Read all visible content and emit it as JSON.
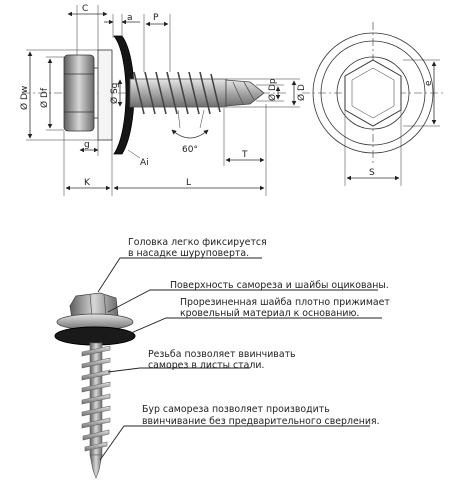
{
  "technical_drawing": {
    "dimensions": {
      "c": "C",
      "a": "a",
      "p": "P",
      "dw": "Ø Dw",
      "df": "Ø Df",
      "sg": "Ø Sg",
      "d": "Ø D",
      "dp": "Ø Dp",
      "g": "g",
      "k": "K",
      "l": "L",
      "t": "T",
      "s": "S",
      "e": "e",
      "angle": "60°",
      "ai": "Ai"
    }
  },
  "annotations": [
    {
      "line1": "Головка легко фиксируется",
      "line2": "в насадке шуруповерта."
    },
    {
      "line1": "Поверхность самореза и шайбы оцикованы.",
      "line2": ""
    },
    {
      "line1": "Прорезиненная шайба плотно прижимает",
      "line2": "кровельный материал к основанию."
    },
    {
      "line1": "Резьба позволяет ввинчивать",
      "line2": "саморез в листы стали."
    },
    {
      "line1": "Бур самореза позволяет производить",
      "line2": "ввинчивание без предварительного сверления."
    }
  ]
}
